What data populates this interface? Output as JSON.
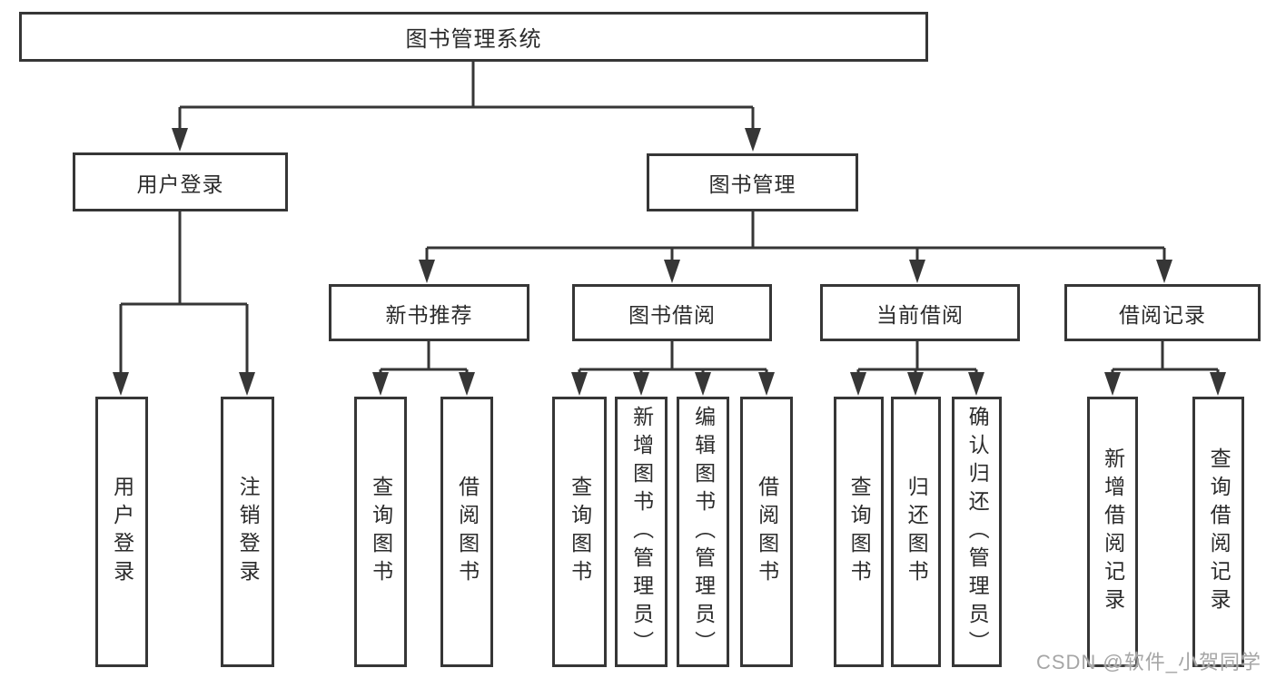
{
  "diagram_type": "functional-structure-tree",
  "tree": {
    "label": "图书管理系统",
    "children": [
      {
        "label": "用户登录",
        "children": [
          {
            "label": "用户登录"
          },
          {
            "label": "注销登录"
          }
        ]
      },
      {
        "label": "图书管理",
        "children": [
          {
            "label": "新书推荐",
            "children": [
              {
                "label": "查询图书"
              },
              {
                "label": "借阅图书"
              }
            ]
          },
          {
            "label": "图书借阅",
            "children": [
              {
                "label": "查询图书"
              },
              {
                "label": "新增图书（管理员）"
              },
              {
                "label": "编辑图书（管理员）"
              },
              {
                "label": "借阅图书"
              }
            ]
          },
          {
            "label": "当前借阅",
            "children": [
              {
                "label": "查询图书"
              },
              {
                "label": "归还图书"
              },
              {
                "label": "确认归还（管理员）"
              }
            ]
          },
          {
            "label": "借阅记录",
            "children": [
              {
                "label": "新增借阅记录"
              },
              {
                "label": "查询借阅记录"
              }
            ]
          }
        ]
      }
    ]
  },
  "watermark": {
    "text": "CSDN @软件_小贺同学"
  },
  "colors": {
    "line": "#363636",
    "box_border": "#363636",
    "box_fill": "#ffffff",
    "text": "#2b2b2b",
    "background": "#ffffff",
    "watermark": "#a6a6a6"
  }
}
